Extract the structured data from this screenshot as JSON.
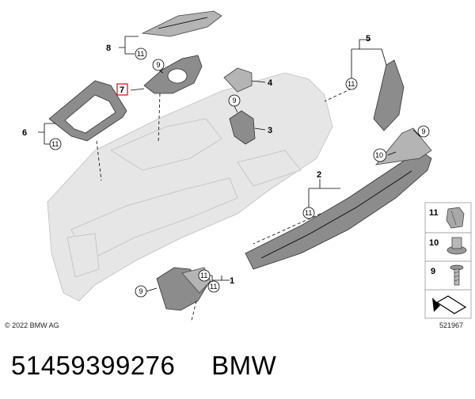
{
  "callouts": {
    "c1": "1",
    "c2": "2",
    "c3": "3",
    "c4": "4",
    "c5": "5",
    "c6": "6",
    "c7": "7",
    "c8": "8",
    "n9": "9",
    "n10": "10",
    "n11": "11"
  },
  "legend": [
    {
      "number": "11"
    },
    {
      "number": "10"
    },
    {
      "number": "9"
    }
  ],
  "copyright": "© 2022 BMW AG",
  "diagram_id": "521967",
  "caption": {
    "part_number": "51459399276",
    "brand": "BMW"
  },
  "colors": {
    "highlight": "#e8000d",
    "part_dark": "#8c8c8c",
    "dashboard": "#e6e6e6"
  }
}
